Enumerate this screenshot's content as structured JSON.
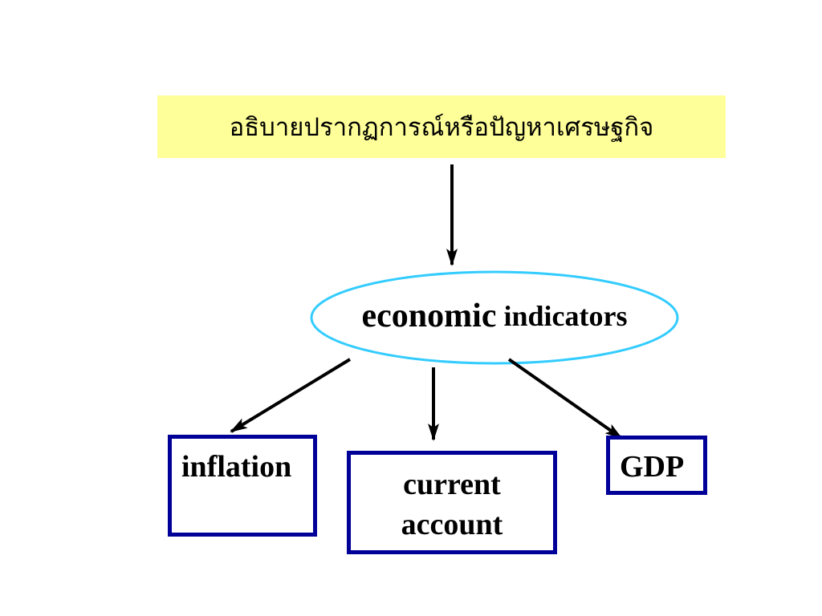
{
  "diagram": {
    "title": "อธิบายปรากฏการณ์หรือปัญหาเศรษฐกิจ",
    "center_node": {
      "word1": "economic",
      "word2": "indicators"
    },
    "nodes": [
      {
        "label": "inflation"
      },
      {
        "label_line1": "current",
        "label_line2": "account"
      },
      {
        "label": "GDP"
      }
    ],
    "colors": {
      "title_background": "#ffff99",
      "oval_stroke": "#33ccff",
      "box_border": "#000099",
      "arrow": "#000000"
    }
  }
}
